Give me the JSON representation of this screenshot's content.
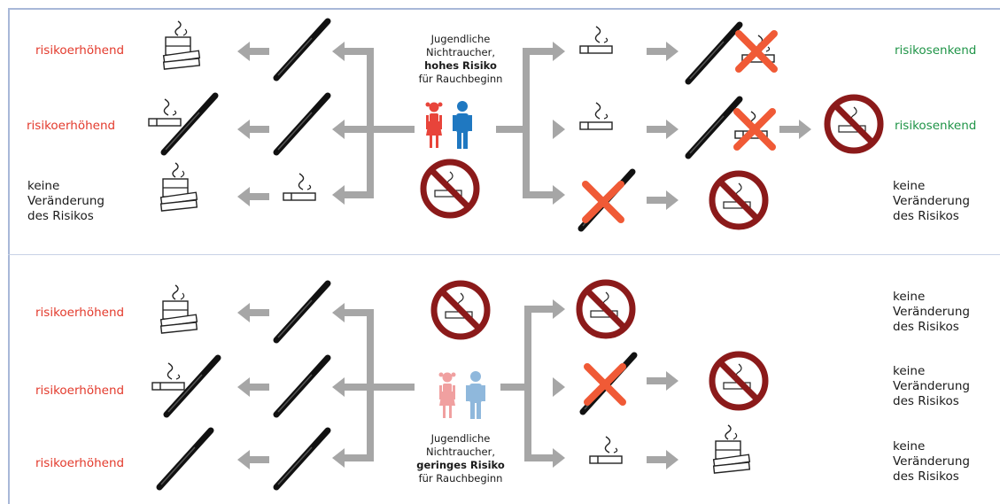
{
  "colors": {
    "risk_up": "#e33a2c",
    "risk_down": "#1f9447",
    "arrow": "#a6a6a6",
    "ban": "#8b1a1a",
    "cross": "#f05a36",
    "girl_high": "#e8443a",
    "boy_high": "#1f78c1",
    "girl_low": "#f0a0a0",
    "boy_low": "#8fb8dc"
  },
  "top": {
    "center": {
      "line1": "Jugendliche",
      "line2": "Nichtraucher,",
      "line3": "hohes Risiko",
      "line4": "für Rauchbeginn"
    },
    "left": [
      {
        "label": "risikoerhöhend"
      },
      {
        "label": "risikoerhöhend"
      },
      {
        "label1": "keine",
        "label2": "Veränderung",
        "label3": "des Risikos"
      }
    ],
    "right": [
      {
        "label": "risikosenkend"
      },
      {
        "label": "risikosenkend"
      },
      {
        "label1": "keine",
        "label2": "Veränderung",
        "label3": "des Risikos"
      }
    ]
  },
  "bottom": {
    "center": {
      "line1": "Jugendliche",
      "line2": "Nichtraucher,",
      "line3": "geringes Risiko",
      "line4": "für Rauchbeginn"
    },
    "left": [
      {
        "label": "risikoerhöhend"
      },
      {
        "label": "risikoerhöhend"
      },
      {
        "label": "risikoerhöhend"
      }
    ],
    "right": [
      {
        "label1": "keine",
        "label2": "Veränderung",
        "label3": "des Risikos"
      },
      {
        "label1": "keine",
        "label2": "Veränderung",
        "label3": "des Risikos"
      },
      {
        "label1": "keine",
        "label2": "Veränderung",
        "label3": "des Risikos"
      }
    ]
  }
}
